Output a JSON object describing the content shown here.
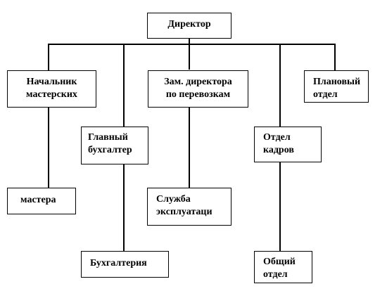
{
  "org_chart": {
    "director": {
      "lines": [
        "Директор"
      ]
    },
    "workshop_head": {
      "lines": [
        "Начальник",
        "мастерских"
      ]
    },
    "masters": {
      "lines": [
        "мастера"
      ]
    },
    "chief_accountant": {
      "lines": [
        "Главный",
        "бухгалтер"
      ]
    },
    "accounting": {
      "lines": [
        "Бухгалтерия"
      ]
    },
    "deputy_transport": {
      "lines": [
        "Зам. директора",
        "по перевозкам"
      ]
    },
    "operations_service": {
      "lines": [
        "Служба",
        "эксплуатаци"
      ]
    },
    "hr_department": {
      "lines": [
        "Отдел",
        "кадров"
      ]
    },
    "general_department": {
      "lines": [
        "Общий",
        "отдел"
      ]
    },
    "planning_department": {
      "lines": [
        "Плановый",
        "отдел"
      ]
    }
  }
}
